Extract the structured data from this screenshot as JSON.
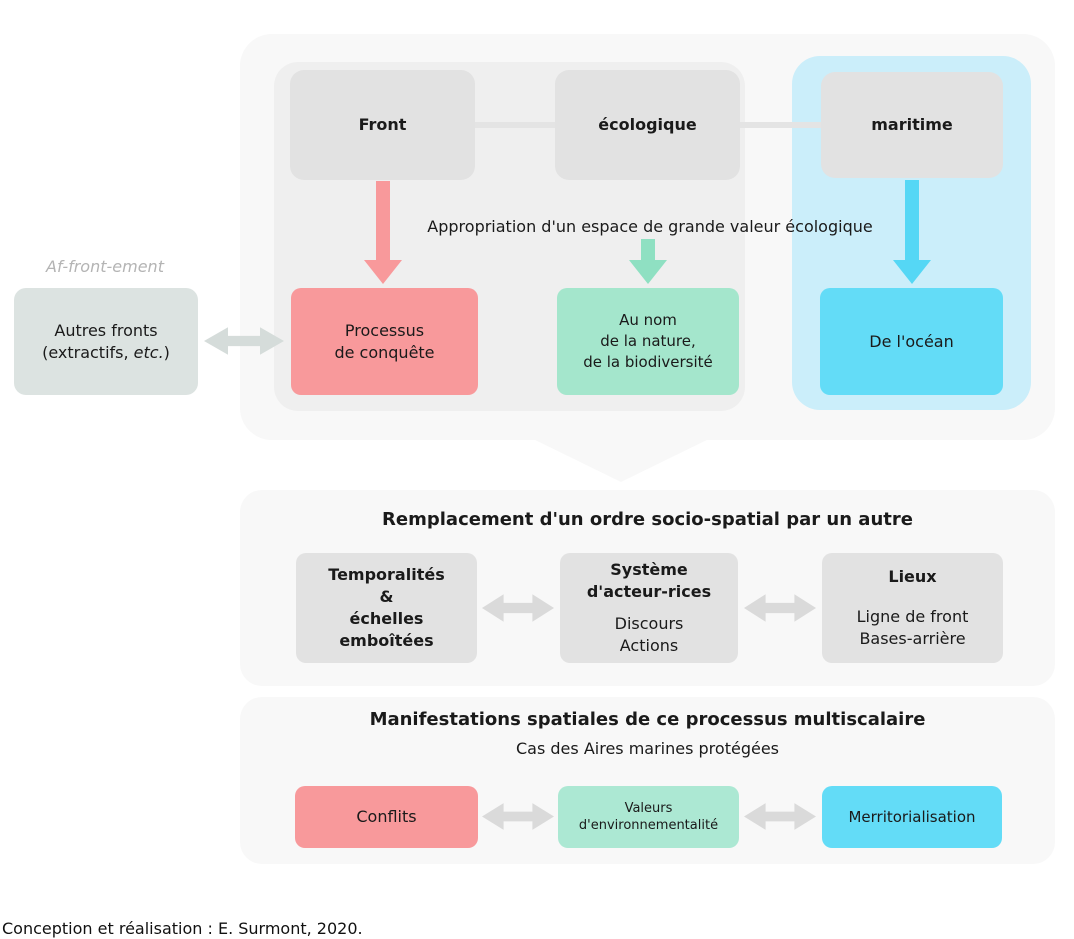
{
  "colors": {
    "pink": "#f8999b",
    "teal": "#a4e6cc",
    "teal_light": "#ace8d3",
    "blue": "#63dcf7",
    "halo": "#cbeefa",
    "panel": "#f8f8f8",
    "inner": "#efefef",
    "graybox": "#e2e2e2",
    "sidebox": "#dce3e1",
    "connector": "#e4e4e4",
    "arrow_pink": "#f8999b",
    "arrow_teal": "#8fe0c2",
    "arrow_blue": "#55d7f5",
    "arrow_gray": "#dadada",
    "side_arrow": "#d5dcda"
  },
  "top_panel": {
    "terms": [
      {
        "label": "Front"
      },
      {
        "label": "écologique"
      },
      {
        "label": "maritime"
      }
    ],
    "caption": "Appropriation d'un espace de grande valeur écologique",
    "results": [
      {
        "label": "Processus\nde conquête"
      },
      {
        "label": "Au nom\nde la nature,\nde la biodiversité"
      },
      {
        "label": "De l'océan"
      }
    ],
    "side": {
      "title": "Af-front-ement",
      "line1": "Autres fronts",
      "line2_pre": "(extractifs, ",
      "line2_italic": "etc.",
      "line2_post": ")"
    }
  },
  "middle_panel": {
    "title": "Remplacement d'un ordre socio-spatial par un autre",
    "boxes": [
      {
        "title": "Temporalités\n&\néchelles\nemboîtées",
        "body": ""
      },
      {
        "title": "Système\nd'acteur-rices",
        "body": "Discours\nActions"
      },
      {
        "title": "Lieux",
        "body": "Ligne de front\nBases-arrière"
      }
    ]
  },
  "bottom_panel": {
    "title": "Manifestations spatiales de ce processus multiscalaire",
    "subtitle": "Cas des Aires marines protégées",
    "boxes": [
      {
        "label": "Conflits"
      },
      {
        "label": "Valeurs\nd'environnementalité"
      },
      {
        "label": "Merritorialisation"
      }
    ]
  },
  "credit": "Conception et réalisation : E. Surmont, 2020."
}
